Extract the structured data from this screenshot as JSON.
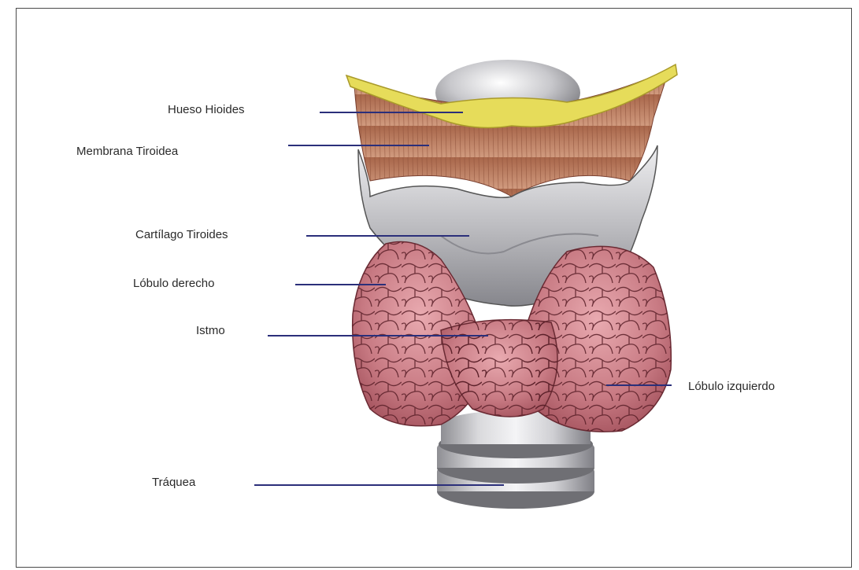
{
  "labels": {
    "hyoid": "Hueso Hioides",
    "membrane": "Membrana Tiroidea",
    "cartilage": "Cartílago Tiroides",
    "right_lobe": "Lóbulo derecho",
    "isthmus": "Istmo",
    "left_lobe": "Lóbulo izquierdo",
    "trachea": "Tráquea"
  },
  "colors": {
    "leader_line": "#2b2f7a",
    "hyoid": "#e6dc5a",
    "membrane": "#b97a5c",
    "cartilage": "#b9b9bd",
    "gland": "#c4707a",
    "trachea": "#a9a9ad"
  }
}
